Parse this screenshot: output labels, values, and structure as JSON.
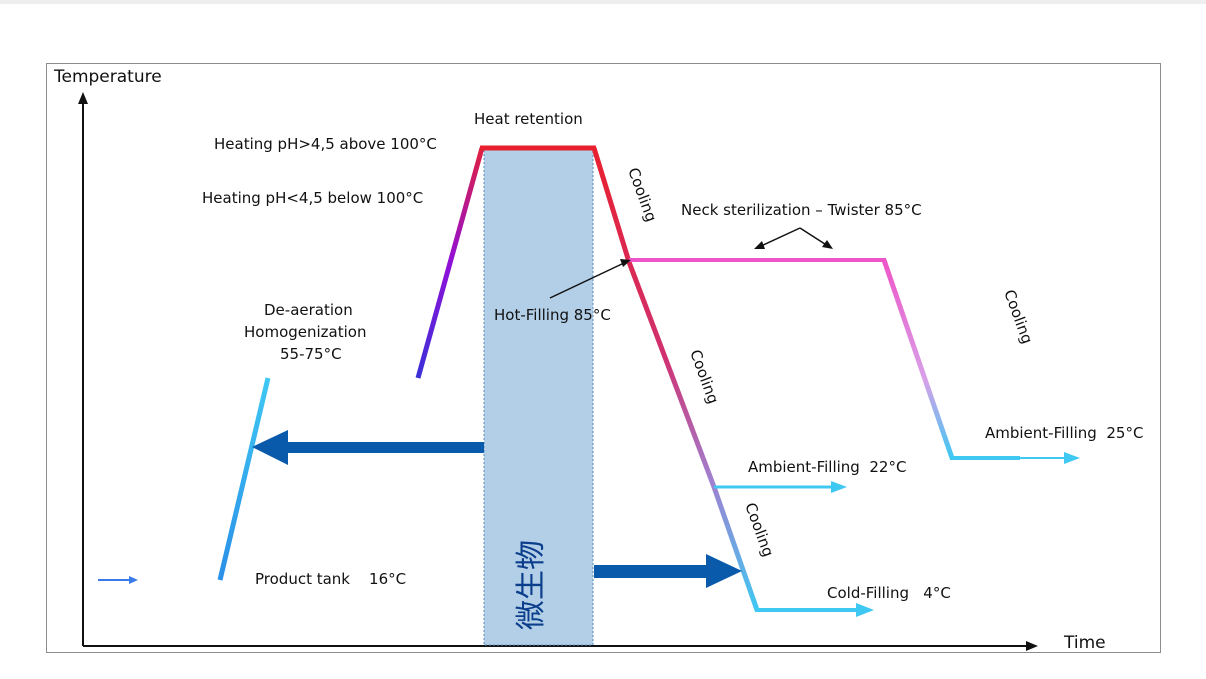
{
  "axes": {
    "y_label": "Temperature",
    "x_label": "Time"
  },
  "stages": {
    "heat_retention": "Heat retention",
    "heating_high": "Heating pH>4,5 above 100°C",
    "heating_low": "Heating pH<4,5 below 100°C",
    "deaeration_1": "De-aeration",
    "deaeration_2": "Homogenization",
    "deaeration_3": "55-75°C",
    "product_tank": "Product tank    16°C",
    "hot_filling": "Hot-Filling 85°C",
    "neck_sterilization": "Neck sterilization – Twister 85°C",
    "ambient_22": "Ambient-Filling  22°C",
    "ambient_25": "Ambient-Filling  25°C",
    "cold_filling": "Cold-Filling   4°C"
  },
  "cooling_label": "Cooling",
  "microbes_label": "微生物",
  "colors": {
    "line_blue": "#2a5ee0",
    "line_cyan": "#3fc8f2",
    "line_purple": "#7a18e0",
    "line_magenta": "#d01880",
    "line_red": "#e8202e",
    "line_pink": "#ee55c8",
    "band_fill": "#b3cfe8",
    "arrow_dark": "#0a5aab"
  }
}
